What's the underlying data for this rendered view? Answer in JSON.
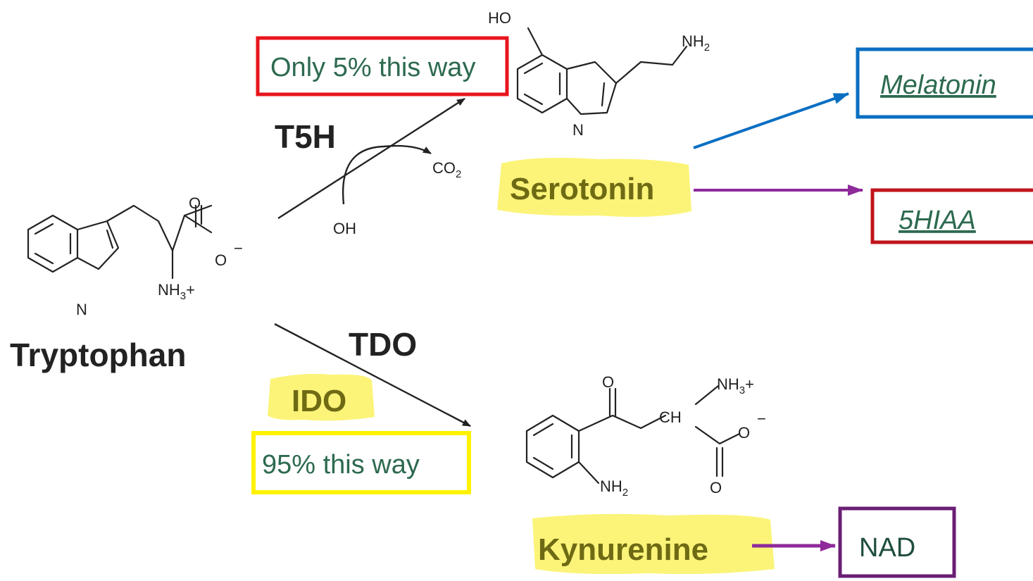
{
  "molecules": {
    "tryptophan": "Tryptophan",
    "serotonin": "Serotonin",
    "kynurenine": "Kynurenine"
  },
  "enzymes": {
    "t5h": "T5H",
    "tdo": "TDO",
    "ido": "IDO"
  },
  "byproducts": {
    "co2": "CO",
    "co2_sub": "2",
    "oh": "OH"
  },
  "notes": {
    "only5": "Only 5% this way",
    "pct95": "95% this way"
  },
  "products": {
    "melatonin": "Melatonin",
    "hiaa": "5HIAA",
    "nad": "NAD"
  },
  "atoms": {
    "n": "N",
    "ho": "HO",
    "nh2": "NH",
    "nh2_sub": "2",
    "nh3": "NH",
    "nh3_sub": "3",
    "plus": "+",
    "o": "O",
    "minus": "−",
    "ch": "CH"
  },
  "colors": {
    "red_box": "#e8141c",
    "blue_box": "#0a6fc2",
    "darkred_box": "#c0141c",
    "yellow_box": "#fff200",
    "purple_box": "#6a1e74",
    "blue_arrow": "#0a6fc2",
    "purple_arrow": "#8e2a9a",
    "highlight": "#fbf36a"
  }
}
